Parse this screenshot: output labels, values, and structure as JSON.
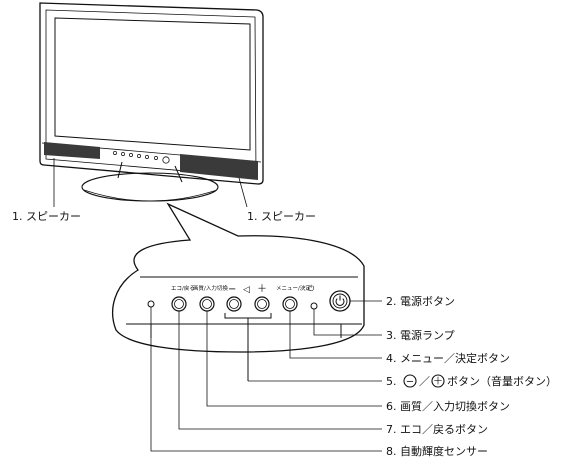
{
  "speaker_label_left": "1. スピーカー",
  "speaker_label_right": "1. スピーカー",
  "panel": {
    "eco_back": "エコ/戻る",
    "quality_input": "画質/入力切換",
    "minus": "−",
    "speaker_symbol": "◁",
    "plus": "＋",
    "menu_enter": "メニュー/決定",
    "power_symbol": "⏻"
  },
  "callouts": [
    {
      "number": "2.",
      "text": "電源ボタン"
    },
    {
      "number": "3.",
      "text": "電源ランプ"
    },
    {
      "number": "4.",
      "text": "メニュー／決定ボタン"
    },
    {
      "number": "5.",
      "text": "ボタン（音量ボタン）"
    },
    {
      "number": "6.",
      "text": "画質／入力切換ボタン"
    },
    {
      "number": "7.",
      "text": "エコ／戻るボタン"
    },
    {
      "number": "8.",
      "text": "自動輝度センサー"
    }
  ],
  "callout5_glyphs": {
    "minus": "−",
    "slash": "／",
    "plus": "＋"
  },
  "colors": {
    "ink": "#111111",
    "speaker": "#3a3a3a",
    "background": "#ffffff"
  }
}
